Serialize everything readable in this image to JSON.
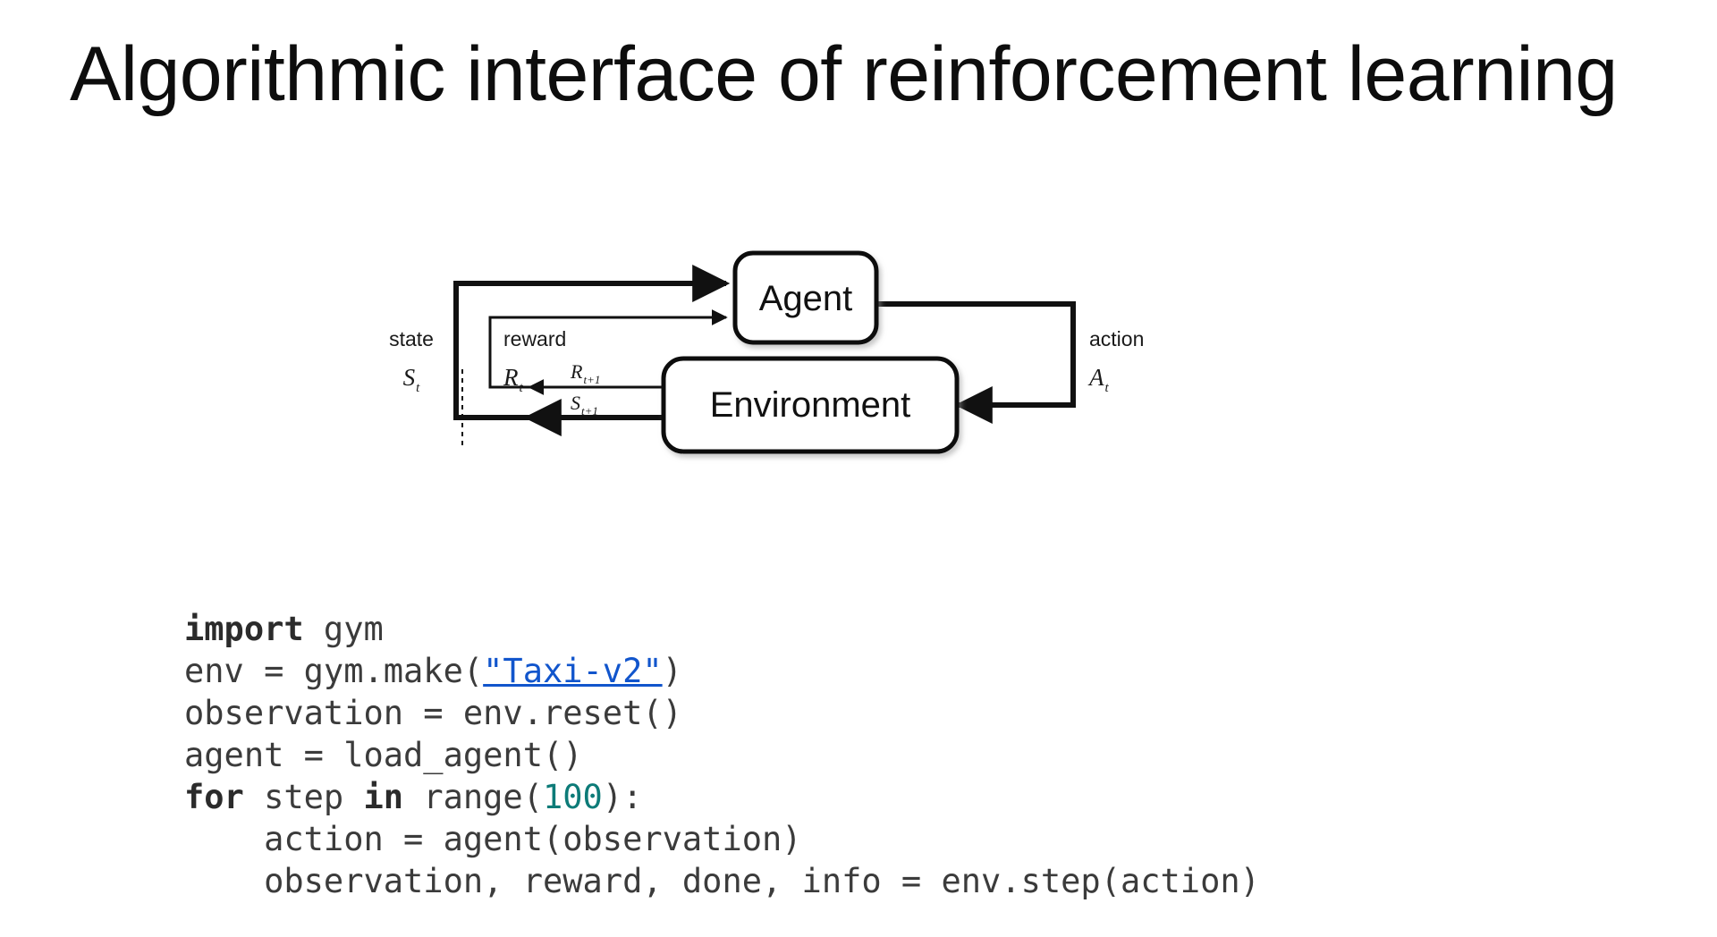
{
  "slide": {
    "title": "Algorithmic interface of reinforcement learning",
    "background_color": "#ffffff",
    "text_color": "#0d0d0d"
  },
  "diagram": {
    "name": "agent-environment-interaction-loop",
    "nodes": [
      {
        "id": "agent",
        "label": "Agent"
      },
      {
        "id": "environment",
        "label": "Environment"
      }
    ],
    "edge_labels": {
      "state_word": "state",
      "state_symbol": "S",
      "state_subscript": "t",
      "reward_word": "reward",
      "reward_symbol": "R",
      "reward_subscript": "t",
      "action_word": "action",
      "action_symbol": "A",
      "action_subscript": "t",
      "next_reward_symbol": "R",
      "next_reward_subscript": "t+1",
      "next_state_symbol": "S",
      "next_state_subscript": "t+1"
    },
    "stroke_color": "#111111"
  },
  "code": {
    "language": "python",
    "link_color": "#1155cc",
    "number_color": "#0d7b78",
    "text_color": "#3b3b3b",
    "lines": [
      {
        "id": "line-1",
        "tokens": [
          {
            "t": "import",
            "k": "kw"
          },
          {
            "t": " gym",
            "k": ""
          }
        ]
      },
      {
        "id": "line-2",
        "tokens": [
          {
            "t": "env = gym.make(",
            "k": ""
          },
          {
            "t": "\"Taxi-v2\"",
            "k": "lnk"
          },
          {
            "t": ")",
            "k": ""
          }
        ]
      },
      {
        "id": "line-3",
        "tokens": [
          {
            "t": "observation = env.reset()",
            "k": ""
          }
        ]
      },
      {
        "id": "line-4",
        "tokens": [
          {
            "t": "agent = load_agent()",
            "k": ""
          }
        ]
      },
      {
        "id": "line-5",
        "tokens": [
          {
            "t": "for",
            "k": "kw"
          },
          {
            "t": " step ",
            "k": ""
          },
          {
            "t": "in",
            "k": "kw"
          },
          {
            "t": " range(",
            "k": ""
          },
          {
            "t": "100",
            "k": "num"
          },
          {
            "t": "):",
            "k": ""
          }
        ]
      },
      {
        "id": "line-6",
        "tokens": [
          {
            "t": "    action = agent(observation)",
            "k": ""
          }
        ]
      },
      {
        "id": "line-7",
        "tokens": [
          {
            "t": "    observation, reward, done, info = env.step(action)",
            "k": ""
          }
        ]
      }
    ]
  }
}
